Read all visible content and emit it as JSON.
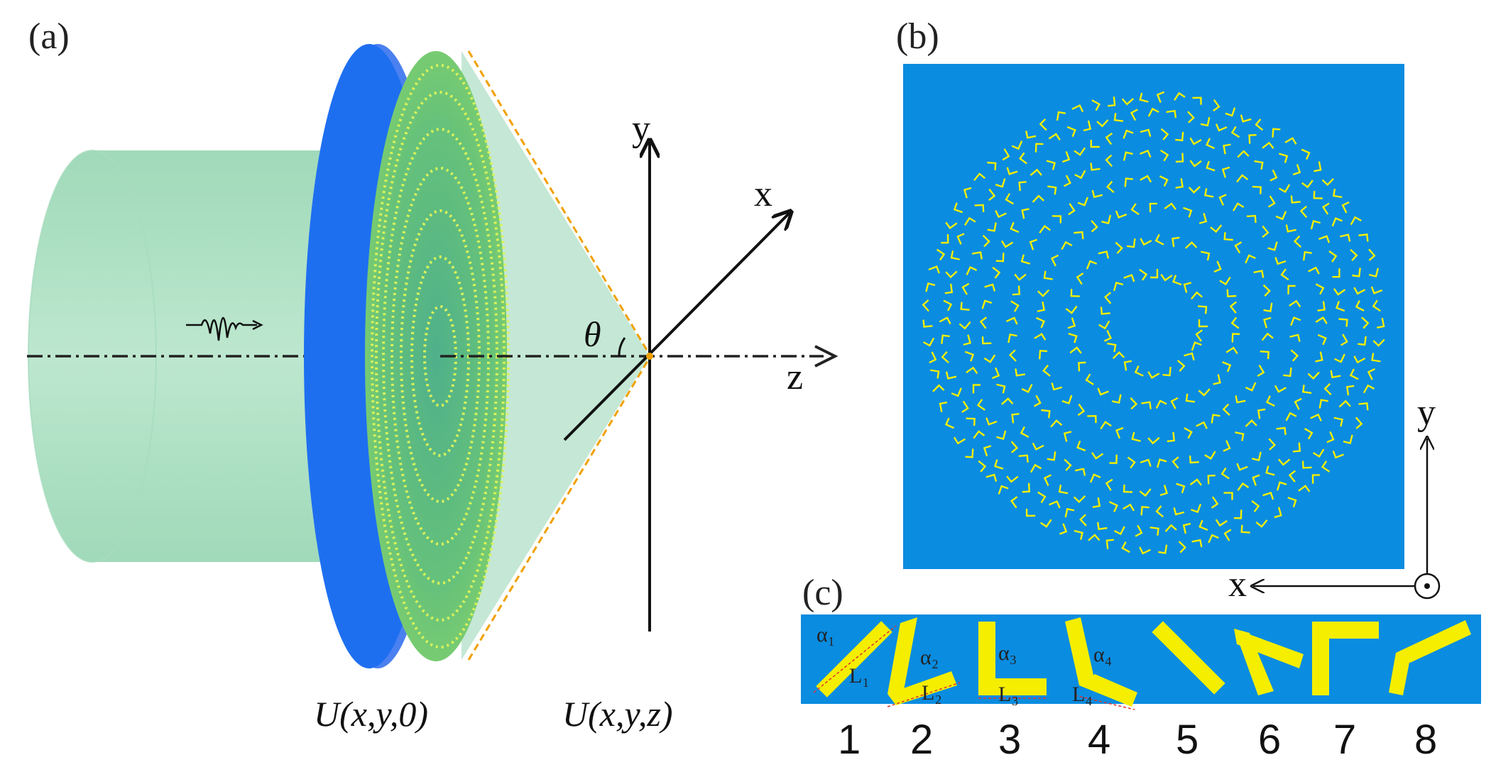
{
  "panels": {
    "a": {
      "label": "(a)",
      "axes": {
        "y": "y",
        "x": "x",
        "z": "z"
      },
      "angle_label": "θ",
      "plane_input": "U(x,y,0)",
      "plane_output": "U(x,y,z)"
    },
    "b": {
      "label": "(b)",
      "axes": {
        "y": "y",
        "x": "x"
      }
    },
    "c": {
      "label": "(c)",
      "element_numbers": [
        "1",
        "2",
        "3",
        "4",
        "5",
        "6",
        "7",
        "8"
      ],
      "angle_labels": [
        "α₁",
        "α₂",
        "α₃",
        "α₄"
      ],
      "length_labels": [
        "L₁",
        "L₂",
        "L₃",
        "L₄"
      ]
    }
  },
  "colors": {
    "substrate_blue": "#0a8ce0",
    "disc_blue": "#1e6ff0",
    "beam_green": "#9dd9b9",
    "antenna_yellow": "#f5ee00",
    "cone_dash": "#f0a000"
  }
}
